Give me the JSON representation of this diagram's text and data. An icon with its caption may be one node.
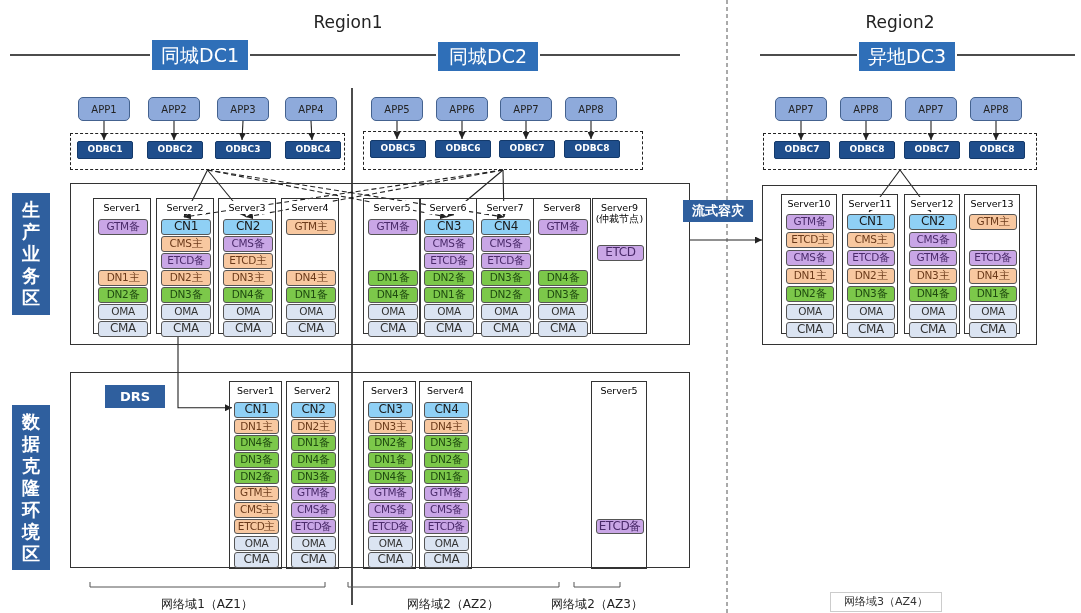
{
  "diagram": {
    "nodes": [
      {
        "text": [
          "生产业务区"
        ]
      },
      {
        "text": [
          "数据克隆环境区"
        ]
      },
      {
        "text": [
          "APP1"
        ]
      },
      {
        "text": [
          "APP2"
        ]
      },
      {
        "text": [
          "APP3"
        ]
      },
      {
        "text": [
          "APP4"
        ]
      },
      {
        "text": [],
        "shape": "box"
      },
      {
        "text": [
          "ODBC1"
        ],
        "in": 6
      },
      {
        "text": [
          "ODBC2"
        ],
        "in": 6
      },
      {
        "text": [
          "ODBC3"
        ],
        "in": 6
      },
      {
        "text": [
          "ODBC4"
        ],
        "in": 6
      },
      {
        "text": [
          "APP5"
        ]
      },
      {
        "text": [
          "APP6"
        ]
      },
      {
        "text": [
          "APP7"
        ]
      },
      {
        "text": [
          "APP8"
        ]
      },
      {
        "text": [],
        "shape": "box"
      },
      {
        "text": [
          "ODBC5"
        ],
        "in": 15
      },
      {
        "text": [
          "ODBC6"
        ],
        "in": 15
      },
      {
        "text": [
          "ODBC7"
        ],
        "in": 15
      },
      {
        "text": [
          "ODBC8"
        ],
        "in": 15
      },
      {
        "text": [
          "APP7"
        ]
      },
      {
        "text": [
          "APP8"
        ]
      },
      {
        "text": [
          "APP7"
        ]
      },
      {
        "text": [
          "APP8"
        ]
      },
      {
        "text": [],
        "shape": "box"
      },
      {
        "text": [
          "ODBC7"
        ],
        "in": 24
      },
      {
        "text": [
          "ODBC8"
        ],
        "in": 24
      },
      {
        "text": [
          "ODBC7"
        ],
        "in": 24
      },
      {
        "text": [
          "ODBC8"
        ],
        "in": 24
      },
      {
        "text": [],
        "shape": "box"
      },
      {
        "text": [
          "Server1"
        ],
        "in": 29
      },
      {
        "text": [
          "GTM备"
        ],
        "in": 30
      },
      {
        "text": [
          "DN1主"
        ],
        "in": 30
      },
      {
        "text": [
          "DN2备"
        ],
        "in": 30
      },
      {
        "text": [
          "OMA"
        ],
        "in": 30
      },
      {
        "text": [
          "CMA"
        ],
        "in": 30
      },
      {
        "text": [
          "Server2"
        ],
        "in": 29
      },
      {
        "text": [
          "CN1"
        ],
        "in": 36
      },
      {
        "text": [
          "CMS主"
        ],
        "in": 36
      },
      {
        "text": [
          "ETCD备"
        ],
        "in": 36
      },
      {
        "text": [
          "DN2主"
        ],
        "in": 36
      },
      {
        "text": [
          "DN3备"
        ],
        "in": 36
      },
      {
        "text": [
          "OMA"
        ],
        "in": 36
      },
      {
        "text": [
          "CMA"
        ],
        "in": 36
      },
      {
        "text": [
          "Server3"
        ],
        "in": 29
      },
      {
        "text": [
          "CN2"
        ],
        "in": 44
      },
      {
        "text": [
          "CMS备"
        ],
        "in": 44
      },
      {
        "text": [
          "ETCD主"
        ],
        "in": 44
      },
      {
        "text": [
          "DN3主"
        ],
        "in": 44
      },
      {
        "text": [
          "DN4备"
        ],
        "in": 44
      },
      {
        "text": [
          "OMA"
        ],
        "in": 44
      },
      {
        "text": [
          "CMA"
        ],
        "in": 44
      },
      {
        "text": [
          "Server4"
        ],
        "in": 29
      },
      {
        "text": [
          "GTM主"
        ],
        "in": 52
      },
      {
        "text": [
          "DN4主"
        ],
        "in": 52
      },
      {
        "text": [
          "DN1备"
        ],
        "in": 52
      },
      {
        "text": [
          "OMA"
        ],
        "in": 52
      },
      {
        "text": [
          "CMA"
        ],
        "in": 52
      },
      {
        "text": [
          "Server5"
        ],
        "in": 29
      },
      {
        "text": [
          "GTM备"
        ],
        "in": 58
      },
      {
        "text": [
          "DN1备"
        ],
        "in": 58
      },
      {
        "text": [
          "DN4备"
        ],
        "in": 58
      },
      {
        "text": [
          "OMA"
        ],
        "in": 58
      },
      {
        "text": [
          "CMA"
        ],
        "in": 58
      },
      {
        "text": [
          "Server6"
        ],
        "in": 29
      },
      {
        "text": [
          "CN3"
        ],
        "in": 64
      },
      {
        "text": [
          "CMS备"
        ],
        "in": 64
      },
      {
        "text": [
          "ETCD备"
        ],
        "in": 64
      },
      {
        "text": [
          "DN2备"
        ],
        "in": 64
      },
      {
        "text": [
          "DN1备"
        ],
        "in": 64
      },
      {
        "text": [
          "OMA"
        ],
        "in": 64
      },
      {
        "text": [
          "CMA"
        ],
        "in": 64
      },
      {
        "text": [
          "Server7"
        ],
        "in": 29
      },
      {
        "text": [
          "CN4"
        ],
        "in": 72
      },
      {
        "text": [
          "CMS备"
        ],
        "in": 72
      },
      {
        "text": [
          "ETCD备"
        ],
        "in": 72
      },
      {
        "text": [
          "DN3备"
        ],
        "in": 72
      },
      {
        "text": [
          "DN2备"
        ],
        "in": 72
      },
      {
        "text": [
          "OMA"
        ],
        "in": 72
      },
      {
        "text": [
          "CMA"
        ],
        "in": 72
      },
      {
        "text": [
          "Server8"
        ],
        "in": 29
      },
      {
        "text": [
          "GTM备"
        ],
        "in": 80
      },
      {
        "text": [
          "DN4备"
        ],
        "in": 80
      },
      {
        "text": [
          "DN3备"
        ],
        "in": 80
      },
      {
        "text": [
          "OMA"
        ],
        "in": 80
      },
      {
        "text": [
          "CMA"
        ],
        "in": 80
      },
      {
        "text": [
          "Server9 (仲裁节点)"
        ],
        "in": 29
      },
      {
        "text": [
          "ETCD"
        ],
        "in": 86
      },
      {
        "text": [],
        "shape": "box"
      },
      {
        "text": [
          "Server10"
        ],
        "in": 88
      },
      {
        "text": [
          "GTM备"
        ],
        "in": 89
      },
      {
        "text": [
          "ETCD主"
        ],
        "in": 89
      },
      {
        "text": [
          "CMS备"
        ],
        "in": 89
      },
      {
        "text": [
          "DN1主"
        ],
        "in": 89
      },
      {
        "text": [
          "DN2备"
        ],
        "in": 89
      },
      {
        "text": [
          "OMA"
        ],
        "in": 89
      },
      {
        "text": [
          "CMA"
        ],
        "in": 89
      },
      {
        "text": [
          "Server11"
        ],
        "in": 88
      },
      {
        "text": [
          "CN1"
        ],
        "in": 97
      },
      {
        "text": [
          "CMS主"
        ],
        "in": 97
      },
      {
        "text": [
          "ETCD备"
        ],
        "in": 97
      },
      {
        "text": [
          "DN2主"
        ],
        "in": 97
      },
      {
        "text": [
          "DN3备"
        ],
        "in": 97
      },
      {
        "text": [
          "OMA"
        ],
        "in": 97
      },
      {
        "text": [
          "CMA"
        ],
        "in": 97
      },
      {
        "text": [
          "Server12"
        ],
        "in": 88
      },
      {
        "text": [
          "CN2"
        ],
        "in": 105
      },
      {
        "text": [
          "CMS备"
        ],
        "in": 105
      },
      {
        "text": [
          "GTM备"
        ],
        "in": 105
      },
      {
        "text": [
          "DN3主"
        ],
        "in": 105
      },
      {
        "text": [
          "DN4备"
        ],
        "in": 105
      },
      {
        "text": [
          "OMA"
        ],
        "in": 105
      },
      {
        "text": [
          "CMA"
        ],
        "in": 105
      },
      {
        "text": [
          "Server13"
        ],
        "in": 88
      },
      {
        "text": [
          "GTM主"
        ],
        "in": 113
      },
      {
        "text": [
          "ETCD备"
        ],
        "in": 113
      },
      {
        "text": [
          "DN4主"
        ],
        "in": 113
      },
      {
        "text": [
          "DN1备"
        ],
        "in": 113
      },
      {
        "text": [
          "OMA"
        ],
        "in": 113
      },
      {
        "text": [
          "CMA"
        ],
        "in": 113
      },
      {
        "text": [],
        "shape": "box"
      },
      {
        "text": [
          "Server1"
        ],
        "in": 120
      },
      {
        "text": [
          "CN1"
        ],
        "in": 121
      },
      {
        "text": [
          "DN1主"
        ],
        "in": 121
      },
      {
        "text": [
          "DN4备"
        ],
        "in": 121
      },
      {
        "text": [
          "DN3备"
        ],
        "in": 121
      },
      {
        "text": [
          "DN2备"
        ],
        "in": 121
      },
      {
        "text": [
          "GTM主"
        ],
        "in": 121
      },
      {
        "text": [
          "CMS主"
        ],
        "in": 121
      },
      {
        "text": [
          "ETCD主"
        ],
        "in": 121
      },
      {
        "text": [
          "OMA"
        ],
        "in": 121
      },
      {
        "text": [
          "CMA"
        ],
        "in": 121
      },
      {
        "text": [
          "Server2"
        ],
        "in": 120
      },
      {
        "text": [
          "CN2"
        ],
        "in": 132
      },
      {
        "text": [
          "DN2主"
        ],
        "in": 132
      },
      {
        "text": [
          "DN1备"
        ],
        "in": 132
      },
      {
        "text": [
          "DN4备"
        ],
        "in": 132
      },
      {
        "text": [
          "DN3备"
        ],
        "in": 132
      },
      {
        "text": [
          "GTM备"
        ],
        "in": 132
      },
      {
        "text": [
          "CMS备"
        ],
        "in": 132
      },
      {
        "text": [
          "ETCD备"
        ],
        "in": 132
      },
      {
        "text": [
          "OMA"
        ],
        "in": 132
      },
      {
        "text": [
          "CMA"
        ],
        "in": 132
      },
      {
        "text": [
          "Server3"
        ],
        "in": 120
      },
      {
        "text": [
          "CN3"
        ],
        "in": 143
      },
      {
        "text": [
          "DN3主"
        ],
        "in": 143
      },
      {
        "text": [
          "DN2备"
        ],
        "in": 143
      },
      {
        "text": [
          "DN1备"
        ],
        "in": 143
      },
      {
        "text": [
          "DN4备"
        ],
        "in": 143
      },
      {
        "text": [
          "GTM备"
        ],
        "in": 143
      },
      {
        "text": [
          "CMS备"
        ],
        "in": 143
      },
      {
        "text": [
          "ETCD备"
        ],
        "in": 143
      },
      {
        "text": [
          "OMA"
        ],
        "in": 143
      },
      {
        "text": [
          "CMA"
        ],
        "in": 143
      },
      {
        "text": [
          "Server4"
        ],
        "in": 120
      },
      {
        "text": [
          "CN4"
        ],
        "in": 154
      },
      {
        "text": [
          "DN4主"
        ],
        "in": 154
      },
      {
        "text": [
          "DN3备"
        ],
        "in": 154
      },
      {
        "text": [
          "DN2备"
        ],
        "in": 154
      },
      {
        "text": [
          "DN1备"
        ],
        "in": 154
      },
      {
        "text": [
          "GTM备"
        ],
        "in": 154
      },
      {
        "text": [
          "CMS备"
        ],
        "in": 154
      },
      {
        "text": [
          "ETCD备"
        ],
        "in": 154
      },
      {
        "text": [
          "OMA"
        ],
        "in": 154
      },
      {
        "text": [
          "CMA"
        ],
        "in": 154
      },
      {
        "text": [
          "Server5"
        ],
        "in": 120
      },
      {
        "text": [
          "ETCD备"
        ],
        "in": 165
      },
      {
        "text": [
          "网络域3（AZ4）"
        ]
      },
      {
        "text": [
          "同城DC1"
        ]
      },
      {
        "text": [
          "同城DC2"
        ]
      },
      {
        "text": [
          "异地DC3"
        ]
      }
    ],
    "edges": [
      {
        "from": 2,
        "to": 7,
        "arrow": "to"
      },
      {
        "from": 3,
        "to": 8,
        "arrow": "to"
      },
      {
        "from": 4,
        "to": 9,
        "arrow": "to"
      },
      {
        "from": 5,
        "to": 10,
        "arrow": "to"
      },
      {
        "from": 11,
        "to": 16,
        "arrow": "to"
      },
      {
        "from": 12,
        "to": 17,
        "arrow": "to"
      },
      {
        "from": 13,
        "to": 18,
        "arrow": "to"
      },
      {
        "from": 14,
        "to": 19,
        "arrow": "to"
      },
      {
        "from": 20,
        "to": 25,
        "arrow": "to"
      },
      {
        "from": 21,
        "to": 26,
        "arrow": "to"
      },
      {
        "from": 22,
        "to": 27,
        "arrow": "to"
      },
      {
        "from": 23,
        "to": 28,
        "arrow": "to"
      },
      {
        "from": 6,
        "to": 37,
        "arrow": "to"
      },
      {
        "from": 6,
        "to": 45,
        "arrow": "to"
      },
      {
        "from": 6,
        "to": 65,
        "arrow": "to",
        "style": "dashed"
      },
      {
        "from": 6,
        "to": 73,
        "arrow": "to",
        "style": "dashed"
      },
      {
        "from": 15,
        "to": 65,
        "arrow": "to"
      },
      {
        "from": 15,
        "to": 73,
        "arrow": "to"
      },
      {
        "from": 15,
        "to": 37,
        "arrow": "to",
        "style": "dashed"
      },
      {
        "from": 15,
        "to": 45,
        "arrow": "to",
        "style": "dashed"
      },
      {
        "from": 24,
        "to": 98,
        "arrow": "to"
      },
      {
        "from": 24,
        "to": 106,
        "arrow": "to"
      },
      {
        "from": 29,
        "to": 88,
        "arrow": "to",
        "label": "流式容灾"
      },
      {
        "from": 36,
        "to": 122,
        "arrow": "to",
        "label": "DRS"
      }
    ],
    "labels": [
      "Region1",
      "Region2",
      "网络域1（AZ1）",
      "网络域2（AZ2）",
      "网络域2（AZ3）"
    ]
  }
}
